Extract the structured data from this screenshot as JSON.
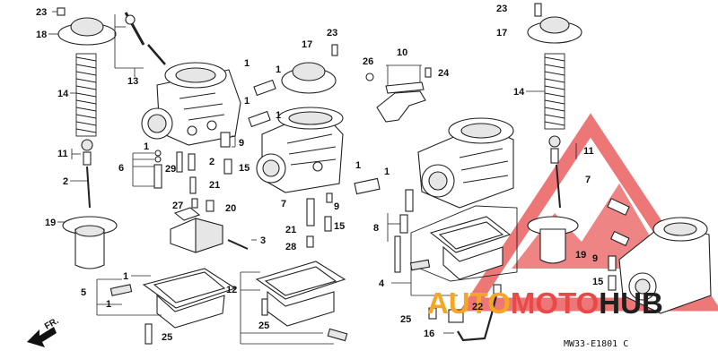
{
  "diagram": {
    "code": "MW33-E1801 C",
    "direction_label": "FR.",
    "callouts": [
      "1",
      "2",
      "3",
      "4",
      "5",
      "6",
      "7",
      "8",
      "9",
      "10",
      "11",
      "12",
      "13",
      "14",
      "15",
      "16",
      "17",
      "18",
      "19",
      "20",
      "21",
      "22",
      "23",
      "24",
      "25",
      "26",
      "27",
      "28",
      "29"
    ]
  },
  "watermark": {
    "part1": "AUTO",
    "part2": "MOTO",
    "part3": "HUB",
    "color_orange": "#f5a623",
    "color_red": "#e84a4a",
    "color_dark": "#1f1f1f"
  }
}
